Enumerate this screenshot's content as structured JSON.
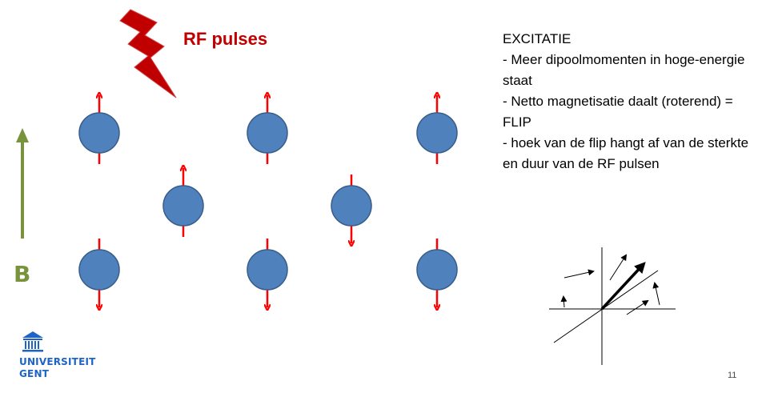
{
  "rf_label": "RF pulses",
  "field_label": "B",
  "text": {
    "title": "EXCITATIE",
    "lines": [
      "- Meer dipoolmomenten in hoge-energie staat",
      "- Netto magnetisatie daalt (roterend) = FLIP",
      "- hoek van de flip hangt af van de sterkte en duur van de RF pulsen"
    ]
  },
  "logo": {
    "line1": "UNIVERSITEIT",
    "line2": "GENT"
  },
  "page_number": "11",
  "spins": [
    {
      "row": 0,
      "col": 0,
      "direction": "up"
    },
    {
      "row": 0,
      "col": 2,
      "direction": "up"
    },
    {
      "row": 0,
      "col": 4,
      "direction": "up"
    },
    {
      "row": 1,
      "col": 1,
      "direction": "up"
    },
    {
      "row": 1,
      "col": 3,
      "direction": "down"
    },
    {
      "row": 2,
      "col": 0,
      "direction": "down"
    },
    {
      "row": 2,
      "col": 2,
      "direction": "down"
    },
    {
      "row": 2,
      "col": 4,
      "direction": "down"
    }
  ],
  "colors": {
    "spin_fill": "#4f81bd",
    "spin_stroke": "#385d8a",
    "spin_arrow": "#ff0000",
    "bolt": "#c00000",
    "field_arrow": "#77933c",
    "rf_text": "#c00000",
    "logo": "#1e64c8"
  },
  "icons": [
    "lightning-bolt-icon",
    "university-building-icon"
  ]
}
